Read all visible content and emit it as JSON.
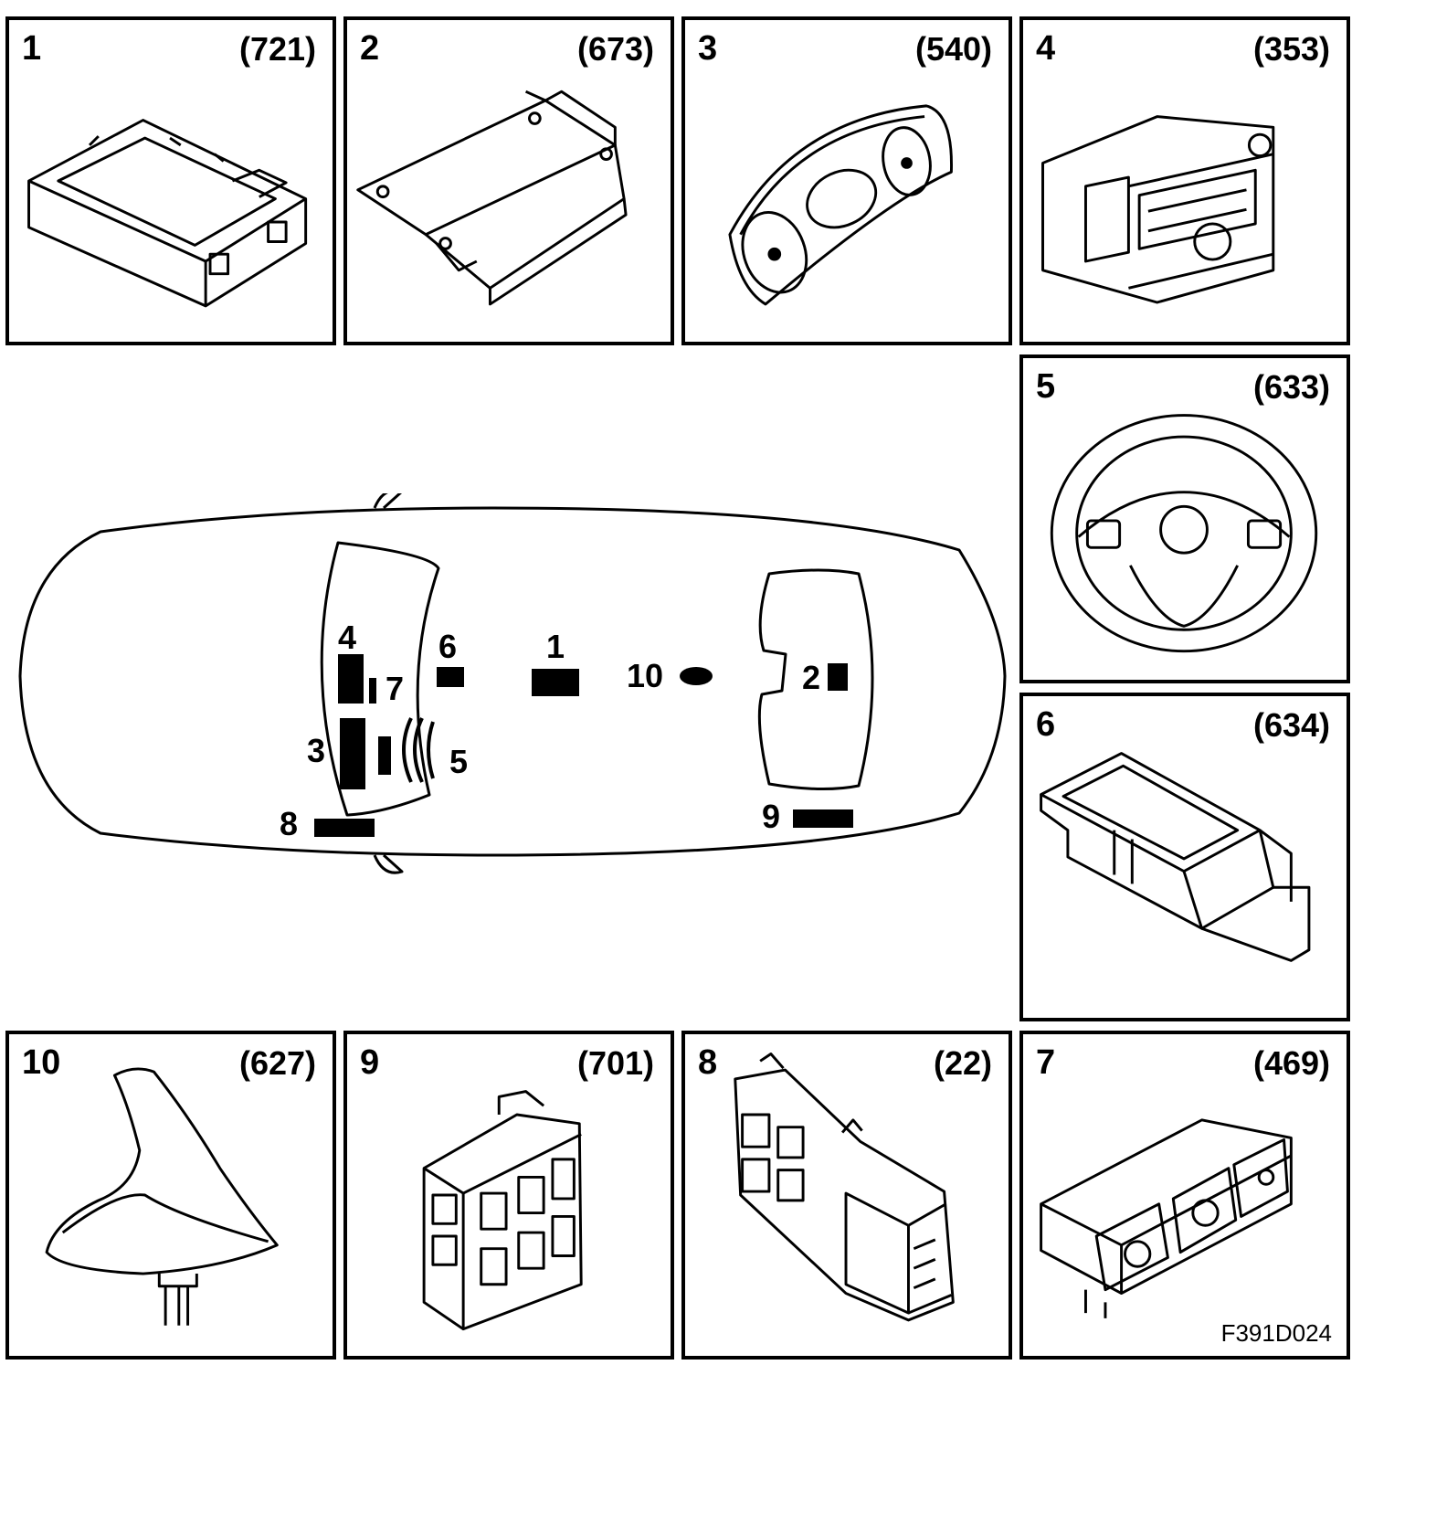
{
  "panels": [
    {
      "num": "1",
      "code": "(721)"
    },
    {
      "num": "2",
      "code": "(673)"
    },
    {
      "num": "3",
      "code": "(540)"
    },
    {
      "num": "4",
      "code": "(353)"
    },
    {
      "num": "5",
      "code": "(633)"
    },
    {
      "num": "6",
      "code": "(634)"
    },
    {
      "num": "10",
      "code": "(627)"
    },
    {
      "num": "9",
      "code": "(701)"
    },
    {
      "num": "8",
      "code": "(22)"
    },
    {
      "num": "7",
      "code": "(469)"
    }
  ],
  "vehicle_labels": [
    "1",
    "2",
    "3",
    "4",
    "5",
    "6",
    "7",
    "8",
    "9",
    "10"
  ],
  "figure_ref": "F391D024"
}
